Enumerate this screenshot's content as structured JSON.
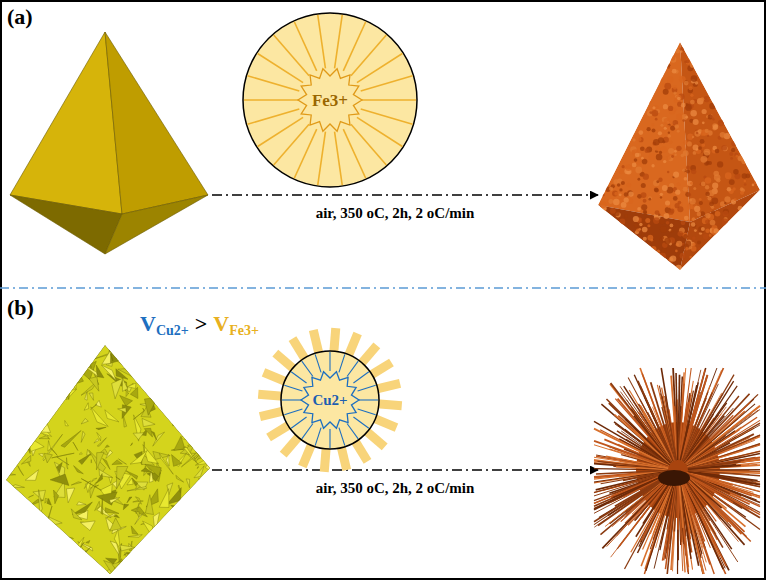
{
  "diagram": {
    "nodes": [
      {
        "text": [
          "Fe3+"
        ]
      },
      {
        "text": [
          "Cu2+"
        ]
      }
    ],
    "labels": [
      "(a)",
      "air, 350 oC, 2h, 2 oC/min",
      "(b)",
      "V",
      "Cu2+",
      ">",
      "V",
      "Fe3+",
      "air, 350 oC, 2h, 2 oC/min"
    ]
  }
}
